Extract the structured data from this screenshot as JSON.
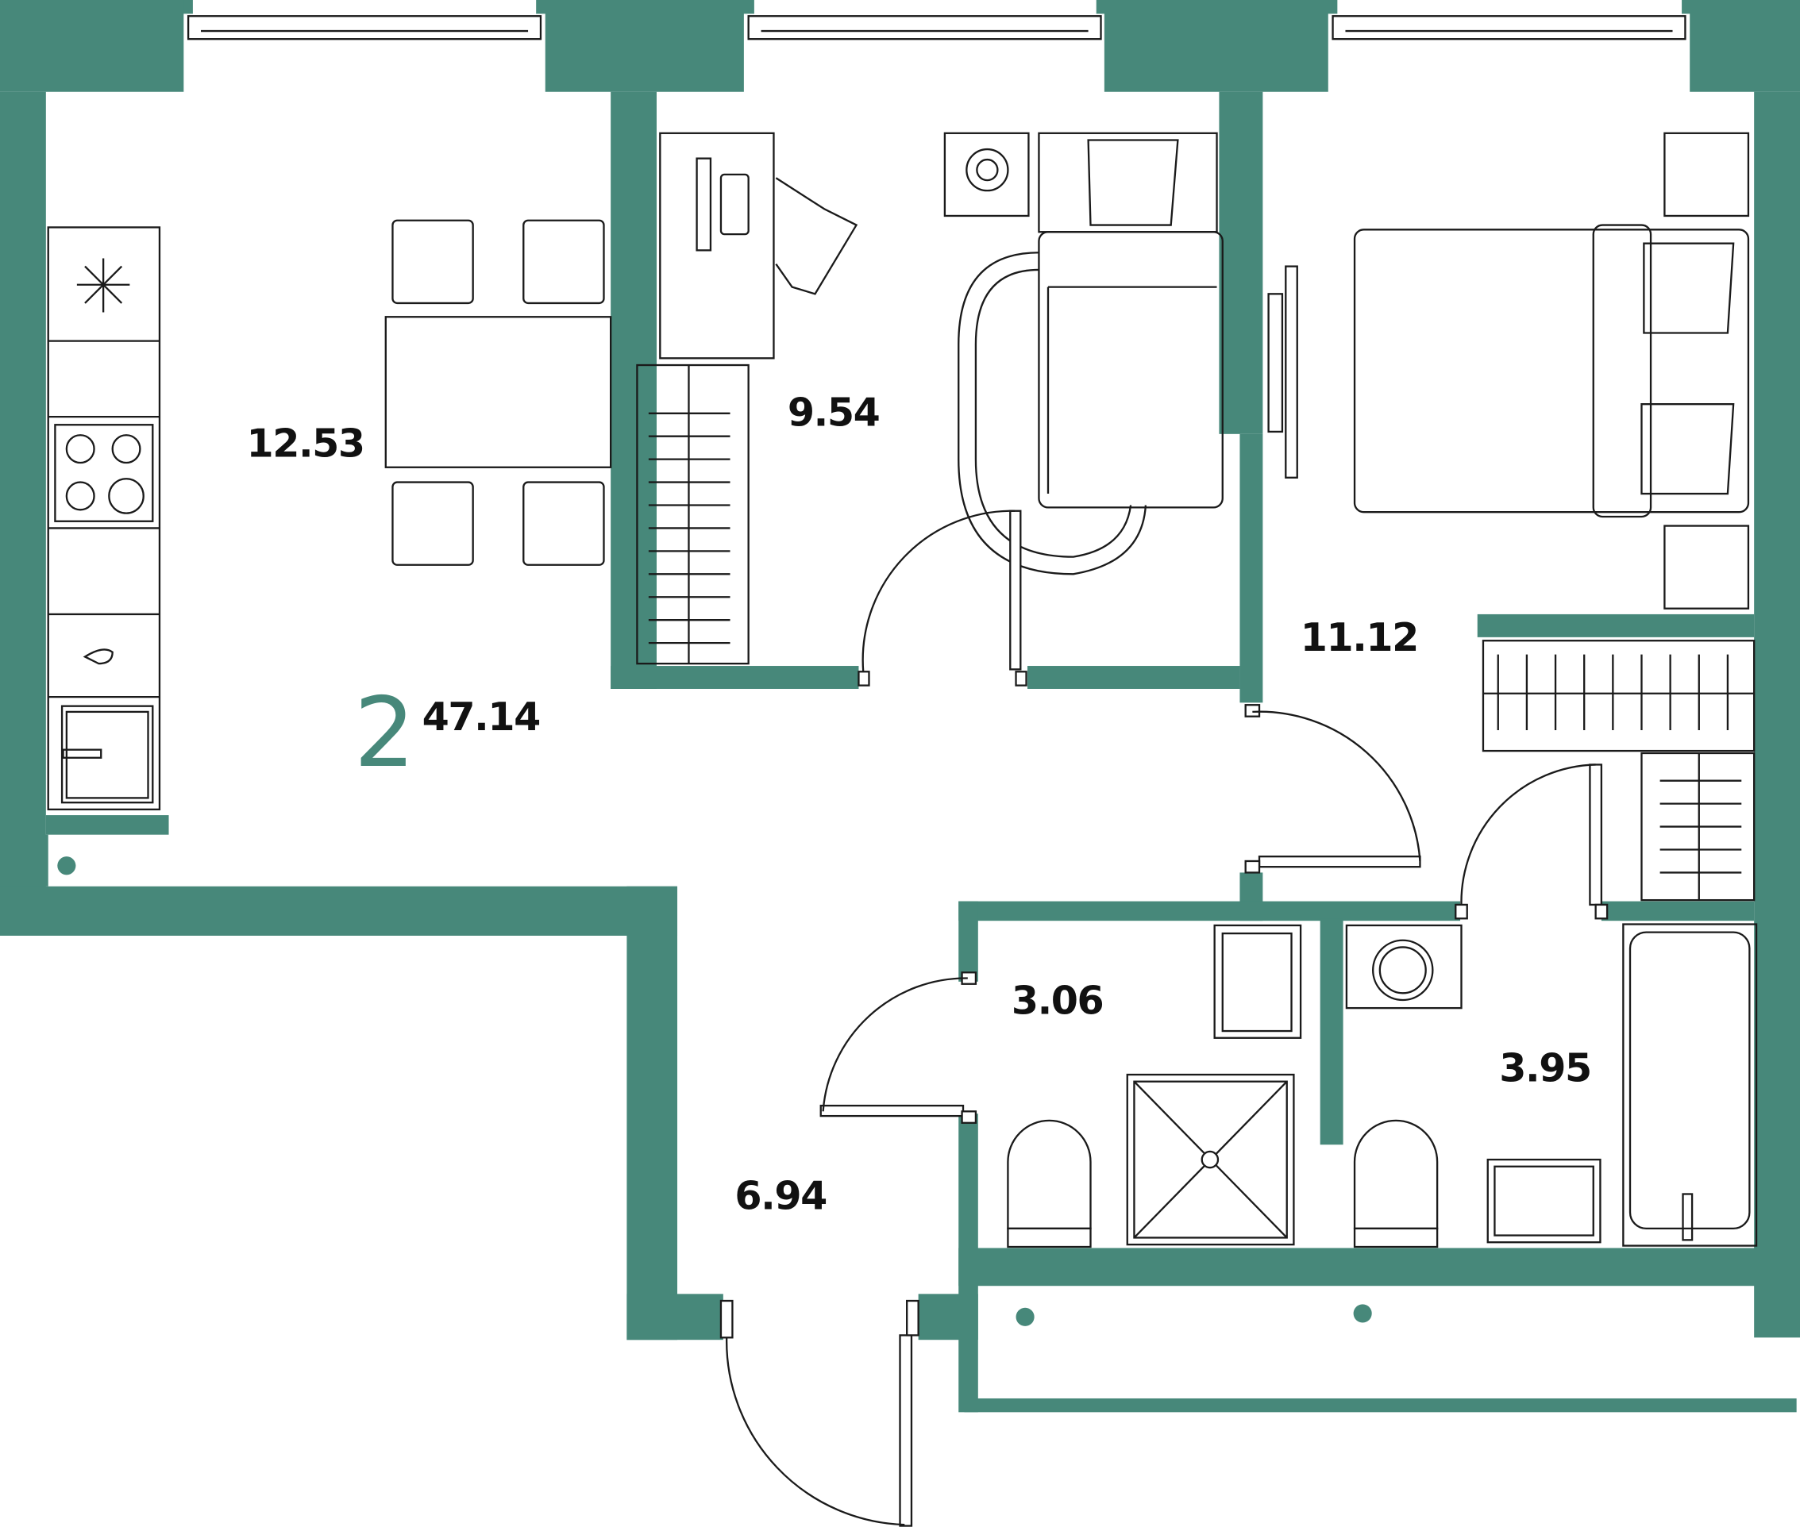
{
  "plan": {
    "rooms_count": "2",
    "total_area": "47.14",
    "wall_color": "#47887A",
    "rooms": [
      {
        "name": "living-kitchen",
        "area": "12.53"
      },
      {
        "name": "bedroom-small",
        "area": "9.54"
      },
      {
        "name": "bedroom-large",
        "area": "11.12"
      },
      {
        "name": "bathroom-shower",
        "area": "3.06"
      },
      {
        "name": "bathroom-tub",
        "area": "3.95"
      },
      {
        "name": "hallway",
        "area": "6.94"
      }
    ]
  }
}
